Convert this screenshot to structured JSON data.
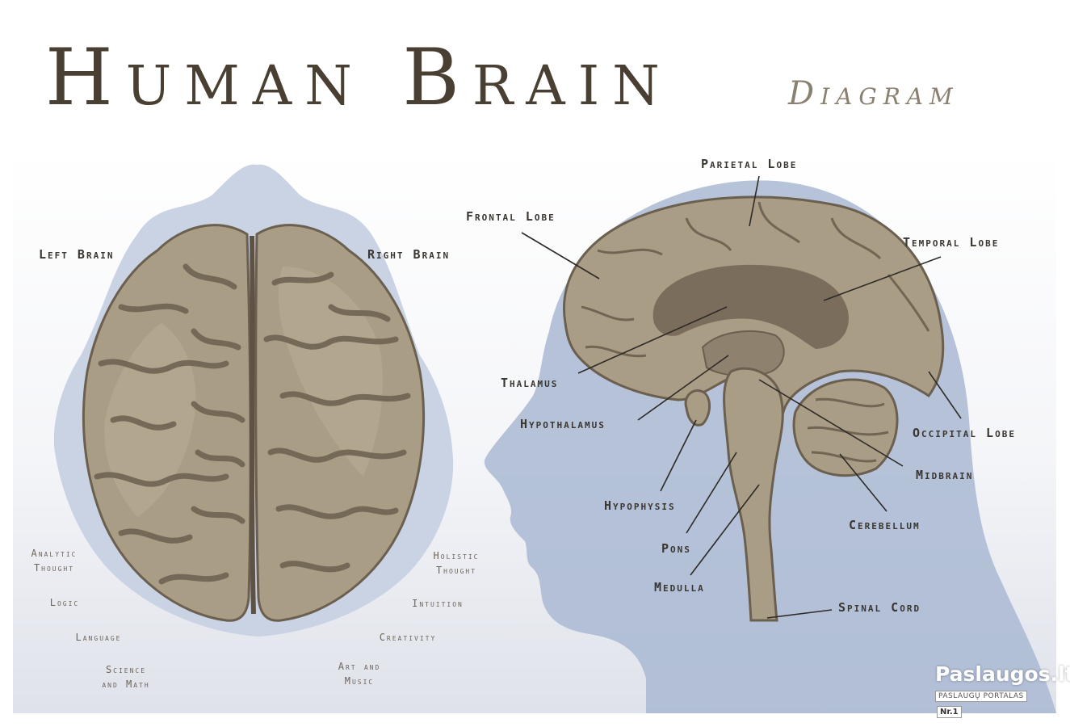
{
  "title": "Human Brain",
  "subtitle": "Diagram",
  "colors": {
    "text": "#4a3f33",
    "halo": "#c9d3e4",
    "head": "#a9b8d2",
    "brain": "#a99d86",
    "brain_dark": "#7a6d5c",
    "brain_outline": "#6b5f4f"
  },
  "top_view": {
    "left_label": "Left Brain",
    "right_label": "Right Brain",
    "left_traits": [
      "Analytic\nThought",
      "Logic",
      "Language",
      "Science\nand Math"
    ],
    "right_traits": [
      "Holistic\nThought",
      "Intuition",
      "Creativity",
      "Art and\nMusic"
    ]
  },
  "side_view": {
    "labels": {
      "parietal": "Parietal Lobe",
      "frontal": "Frontal Lobe",
      "temporal": "Temporal Lobe",
      "thalamus": "Thalamus",
      "hypothalamus": "Hypothalamus",
      "occipital": "Occipital Lobe",
      "midbrain": "Midbrain",
      "hypophysis": "Hypophysis",
      "cerebellum": "Cerebellum",
      "pons": "Pons",
      "medulla": "Medulla",
      "spinal_cord": "Spinal Cord"
    }
  },
  "watermark": {
    "name": "Paslaugos.lt",
    "tagline": "PASLAUGŲ PORTALAS",
    "rank": "Nr.1"
  }
}
